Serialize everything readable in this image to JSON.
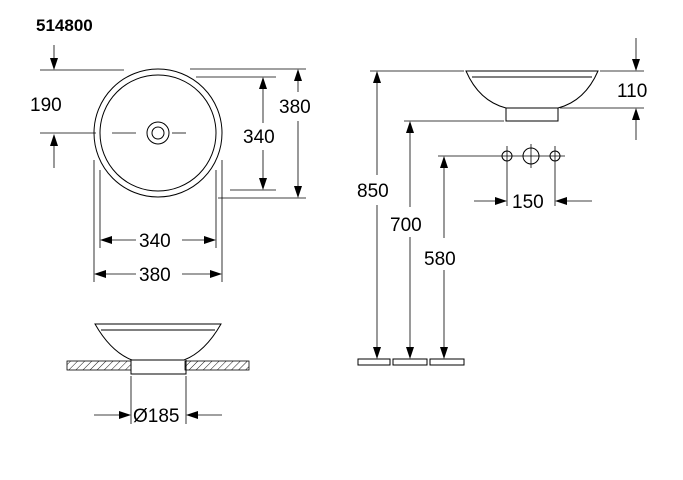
{
  "product": {
    "code": "514800"
  },
  "dimensions": {
    "offset": "190",
    "outer_diameter_v": "380",
    "inner_diameter_v": "340",
    "inner_diameter_h": "340",
    "outer_diameter_h": "380",
    "base_diameter": "Ø185",
    "height_total": "850",
    "height_waste": "700",
    "height_tap": "580",
    "bowl_height": "110",
    "tap_spacing": "150"
  }
}
